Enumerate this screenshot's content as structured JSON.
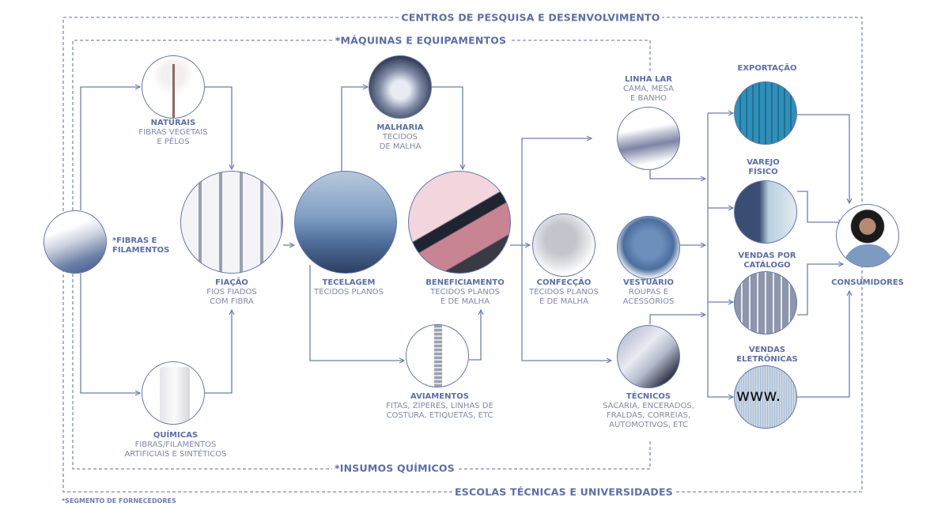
{
  "frames": {
    "outer_top": "CENTROS DE PESQUISA E DESENVOLVIMENTO",
    "outer_bottom": "ESCOLAS TÉCNICAS E UNIVERSIDADES",
    "inner_top": "*MÁQUINAS E EQUIPAMENTOS",
    "inner_bottom": "*INSUMOS QUÍMICOS"
  },
  "footnote": "*SEGMENTO DE FORNECEDORES",
  "nodes": {
    "fibras": {
      "title": "*FIBRAS E",
      "title2": "FILAMENTOS"
    },
    "naturais": {
      "title": "NATURAIS",
      "lines": [
        "FIBRAS VEGETAIS",
        "E PÊLOS"
      ]
    },
    "quimicas": {
      "title": "QUÍMICAS",
      "lines": [
        "FIBRAS/FILAMENTOS",
        "ARTIFICIAIS E SINTÉTICOS"
      ]
    },
    "fiacao": {
      "title": "FIAÇÃO",
      "lines": [
        "FIOS FIADOS",
        "COM FIBRA"
      ]
    },
    "tecelagem": {
      "title": "TECELAGEM",
      "lines": [
        "TECIDOS PLANOS"
      ]
    },
    "malharia": {
      "title": "MALHARIA",
      "lines": [
        "TECIDOS",
        "DE MALHA"
      ]
    },
    "beneficiamento": {
      "title": "BENEFICIAMENTO",
      "lines": [
        "TECIDOS PLANOS",
        "E DE MALHA"
      ]
    },
    "aviamentos": {
      "title": "AVIAMENTOS",
      "lines": [
        "FITAS, ZÍPERES, LINHAS DE",
        "COSTURA, ETIQUETAS, ETC"
      ]
    },
    "confeccao": {
      "title": "CONFECÇÃO",
      "lines": [
        "TECIDOS PLANOS",
        "E DE MALHA"
      ]
    },
    "linha_lar": {
      "title": "LINHA LAR",
      "lines": [
        "CAMA, MESA",
        "E  BANHO"
      ]
    },
    "vestuario": {
      "title": "VESTUÁRIO",
      "lines": [
        "ROUPAS E",
        "ACESSÓRIOS"
      ]
    },
    "tecnicos": {
      "title": "TÉCNICOS",
      "lines": [
        "SACARIA, ENCERADOS,",
        "FRALDAS, CORREIAS,",
        "AUTOMOTIVOS, ETC"
      ]
    },
    "exportacao": {
      "title": "EXPORTAÇÃO"
    },
    "varejo": {
      "title": "VAREJO",
      "title2": "FÍSICO"
    },
    "catalogo": {
      "title": "VENDAS POR",
      "title2": "CATÁLOGO"
    },
    "eletronicas": {
      "title": "VENDAS",
      "title2": "ELETRÔNICAS",
      "image_text": "www."
    },
    "consumidores": {
      "title": "CONSUMIDORES"
    }
  },
  "colors": {
    "line": "#6e7fb0",
    "title": "#5d6ea3",
    "text": "#8088a8"
  }
}
